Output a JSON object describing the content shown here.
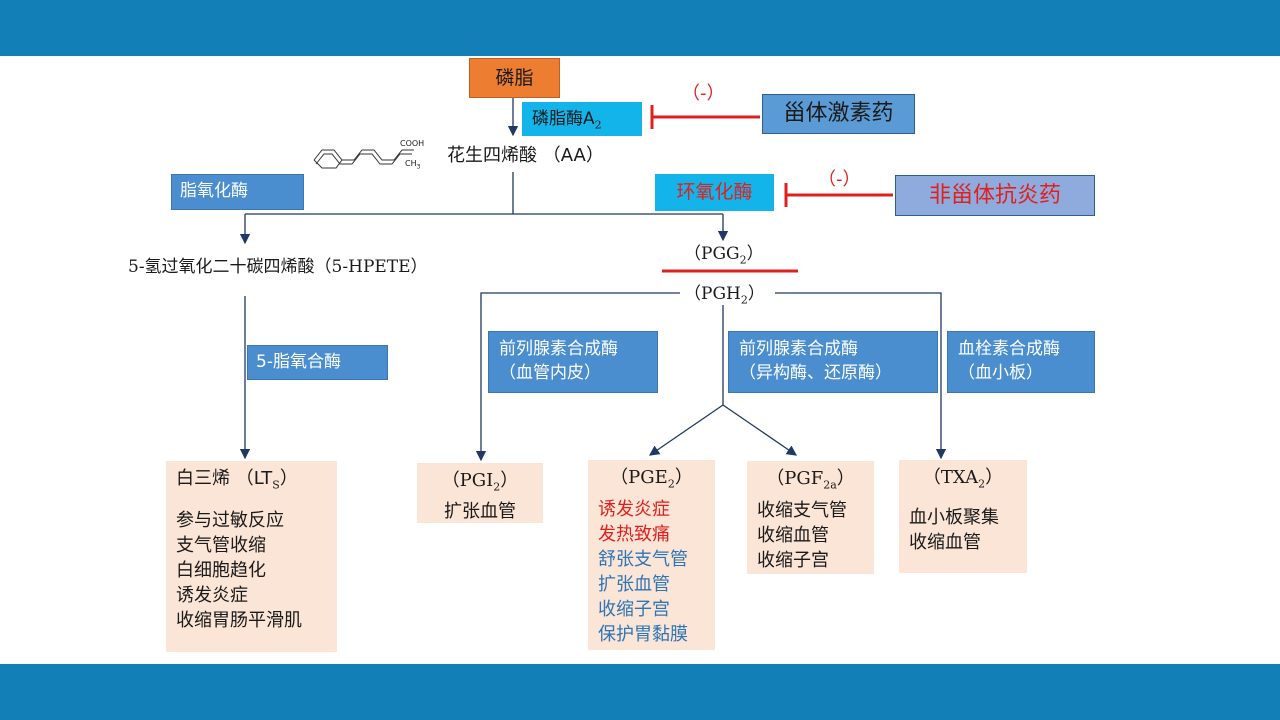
{
  "phospholipid": "磷脂",
  "pla2": {
    "label": "磷脂酶A",
    "sub": "2"
  },
  "inhibitor1": {
    "sign": "（-）",
    "label": "甾体激素药"
  },
  "aa_label": "花生四烯酸 （AA）",
  "lipoxygenase": "脂氧化酶",
  "cox": "环氧化酶",
  "inhibitor2": {
    "sign": "（-）",
    "label": "非甾体抗炎药"
  },
  "hpete": "5-氢过氧化二十碳四烯酸（5-HPETE）",
  "pgg2": {
    "label": "（PGG",
    "sub": "2",
    "close": "）"
  },
  "pgh2": {
    "label": "（PGH",
    "sub": "2",
    "close": "）"
  },
  "lox5": "5-脂氧合酶",
  "enzyme_endo": {
    "line1": "前列腺素合成酶",
    "line2": "（血管内皮）"
  },
  "enzyme_iso": {
    "line1": "前列腺素合成酶",
    "line2": "（异构酶、还原酶）"
  },
  "enzyme_txa": {
    "line1": "血栓素合成酶",
    "line2": "（血小板）"
  },
  "lts": {
    "title": "白三烯 （LT",
    "sub": "S",
    "close": "）",
    "effects": [
      "参与过敏反应",
      "支气管收缩",
      "白细胞趋化",
      "诱发炎症",
      "收缩胃肠平滑肌"
    ]
  },
  "pgi2": {
    "title": "（PGI",
    "sub": "2",
    "close": "）",
    "effects": [
      "扩张血管"
    ]
  },
  "pge2": {
    "title": "（PGE",
    "sub": "2",
    "close": "）",
    "effects_red": [
      "诱发炎症",
      "发热致痛"
    ],
    "effects_blue": [
      "舒张支气管",
      "扩张血管",
      "收缩子宫",
      "保护胃黏膜"
    ]
  },
  "pgf2a": {
    "title": "（PGF",
    "sub": "2a",
    "close": "）",
    "effects": [
      "收缩支气管",
      "收缩血管",
      "收缩子宫"
    ]
  },
  "txa2": {
    "title": "（TXA",
    "sub": "2",
    "close": "）",
    "effects": [
      "血小板聚集",
      "收缩血管"
    ]
  },
  "chem": {
    "cooh": "COOH",
    "ch3": "CH",
    "ch3_sub": "3"
  },
  "colors": {
    "bar": "#127fb7",
    "enzyme": "#4a8ed0",
    "peach": "#fbe5d6",
    "red": "#e0201e",
    "blue": "#2e75b6",
    "orange": "#ed7d31",
    "cyan": "#13b4ea"
  }
}
